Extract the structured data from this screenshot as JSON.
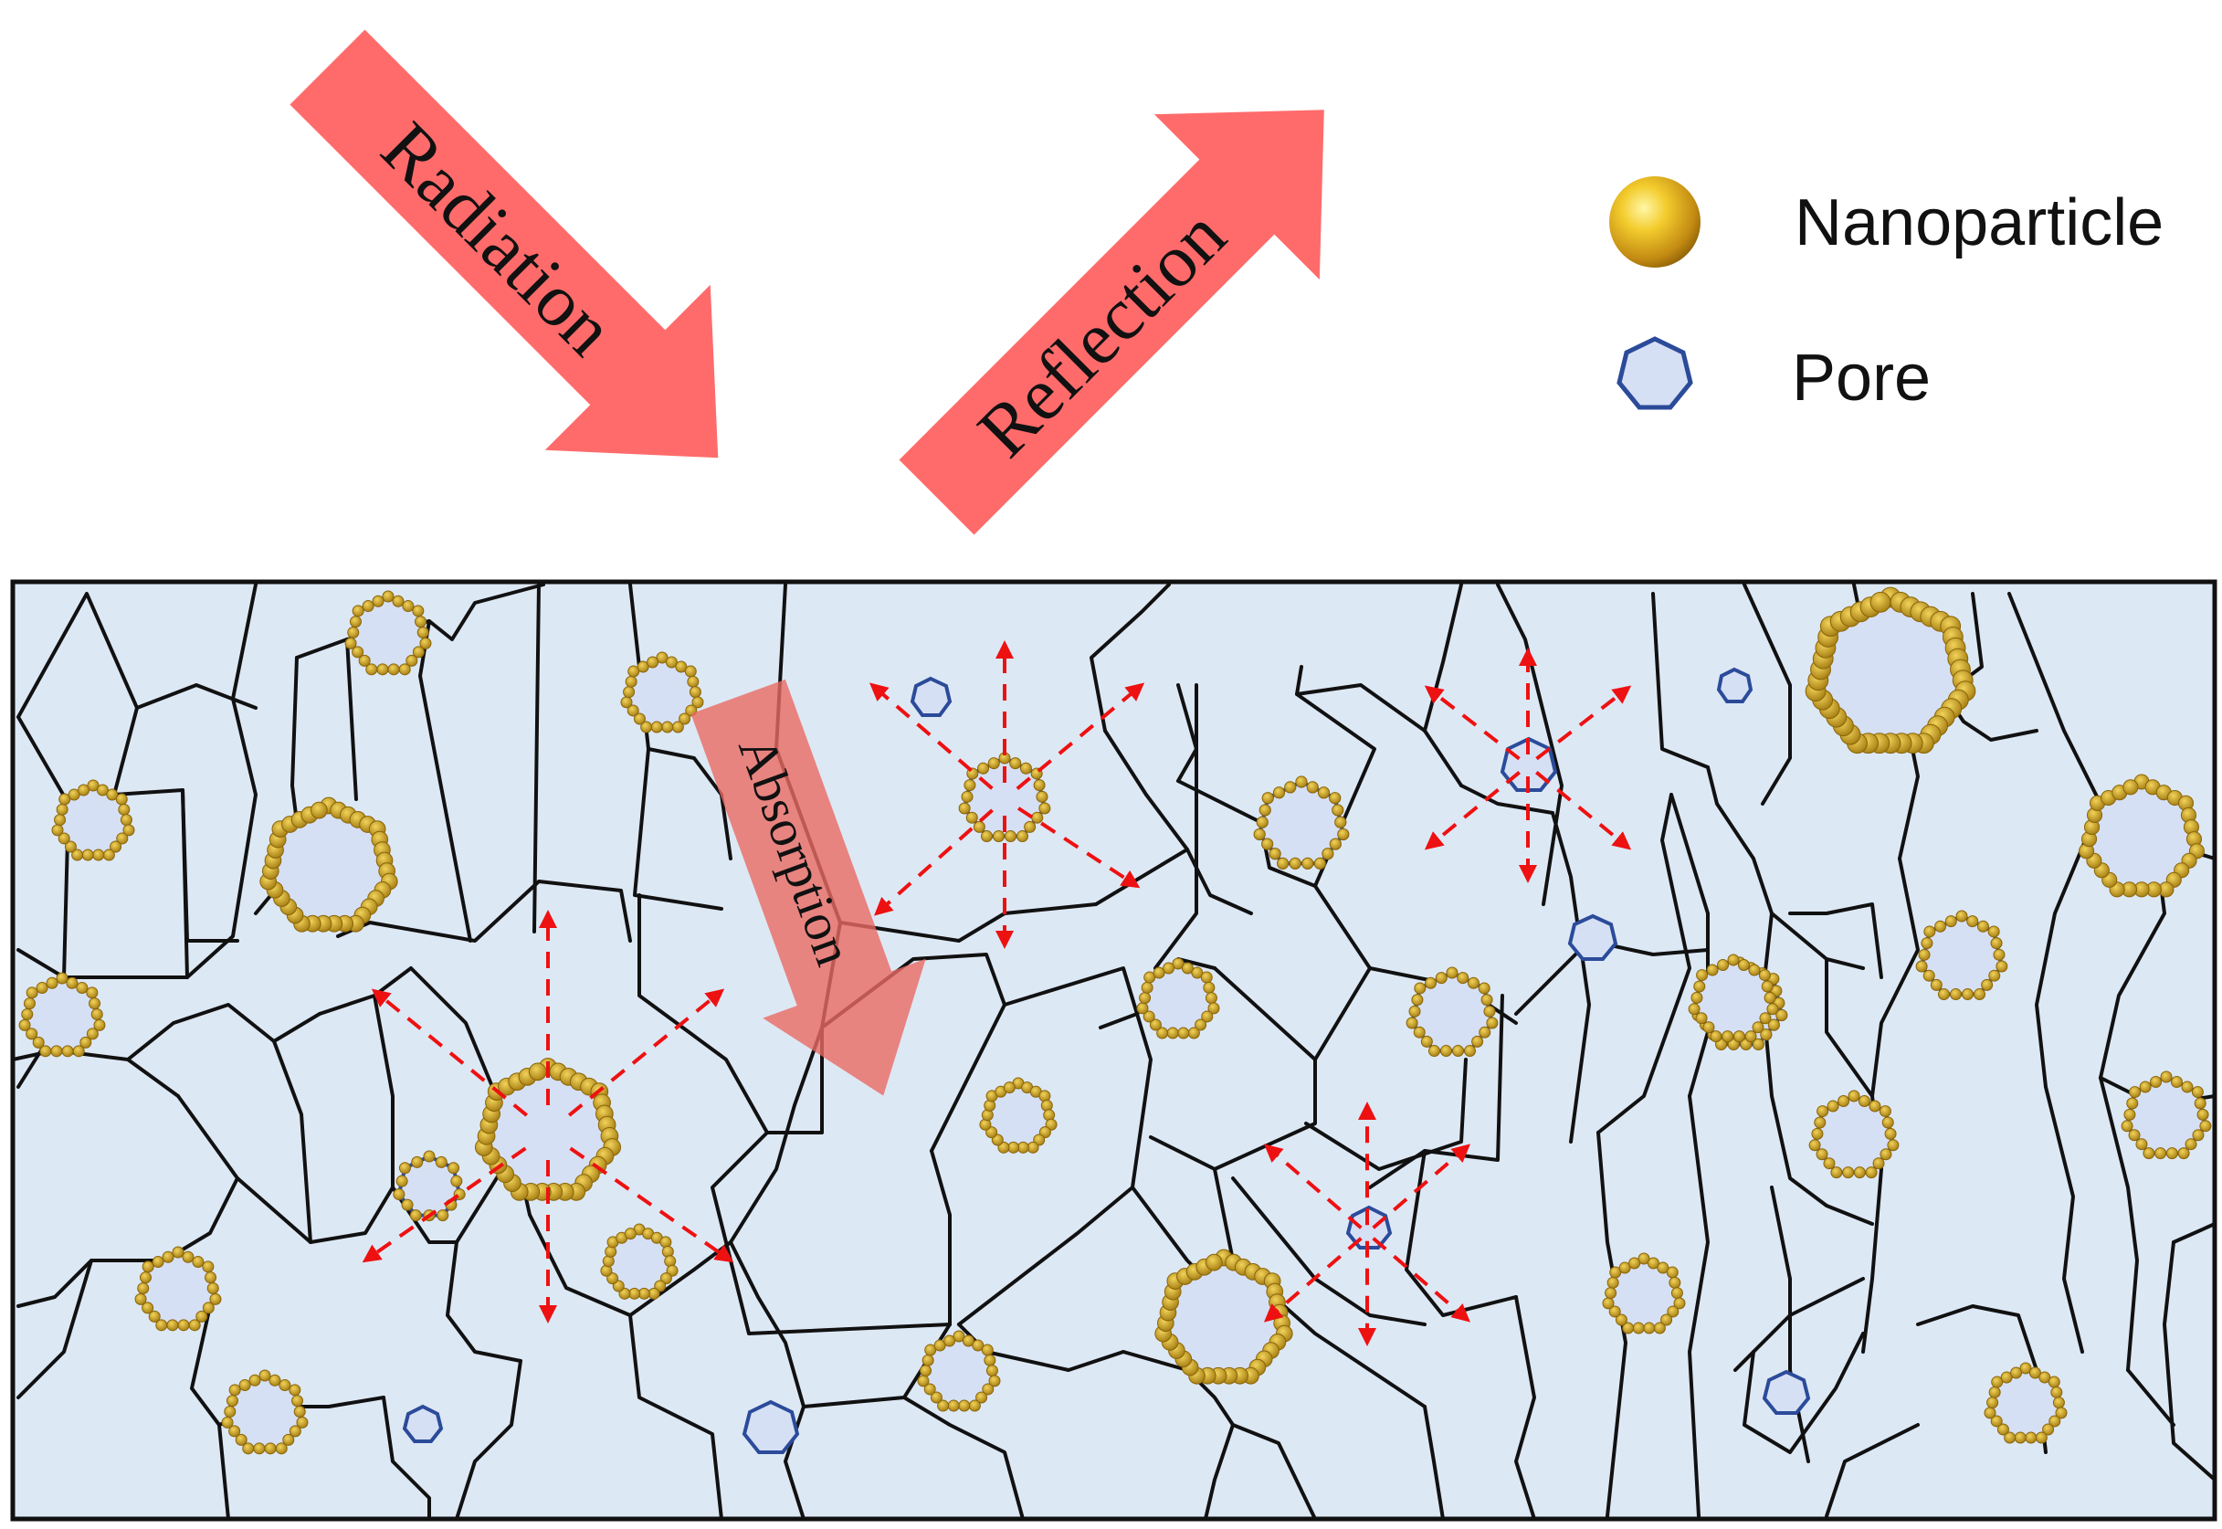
{
  "arrows": {
    "radiation_label": "Radiation",
    "reflection_label": "Reflection",
    "absorption_label": "Absorption"
  },
  "legend": {
    "nanoparticle_label": "Nanoparticle",
    "pore_label": "Pore"
  },
  "colors": {
    "arrow_fill": "#ff6b6b",
    "absorption_fill": "#e8706a",
    "material_bg": "#dde8f5",
    "grain_boundary": "#111111",
    "pore_outline": "#2b4b9a",
    "pore_fill": "#d6e0f4",
    "nanoparticle": "#d9a826",
    "scatter_arrow": "#ee1111"
  },
  "icons": {
    "nanoparticle": "gold-sphere-icon",
    "pore": "heptagon-outline-icon"
  }
}
